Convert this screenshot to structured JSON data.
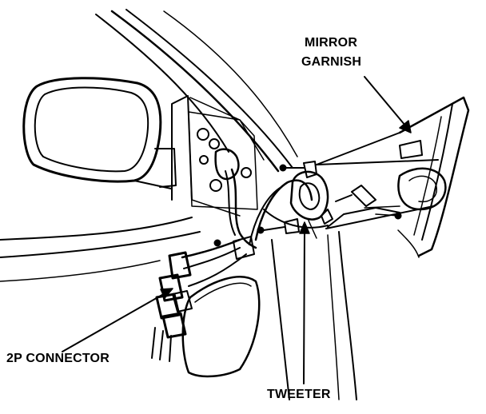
{
  "labels": {
    "mirror_garnish_line1": "MIRROR",
    "mirror_garnish_line2": "GARNISH",
    "connector": "2P CONNECTOR",
    "tweeter": "TWEETER"
  },
  "colors": {
    "line": "#000000",
    "background": "#ffffff"
  }
}
